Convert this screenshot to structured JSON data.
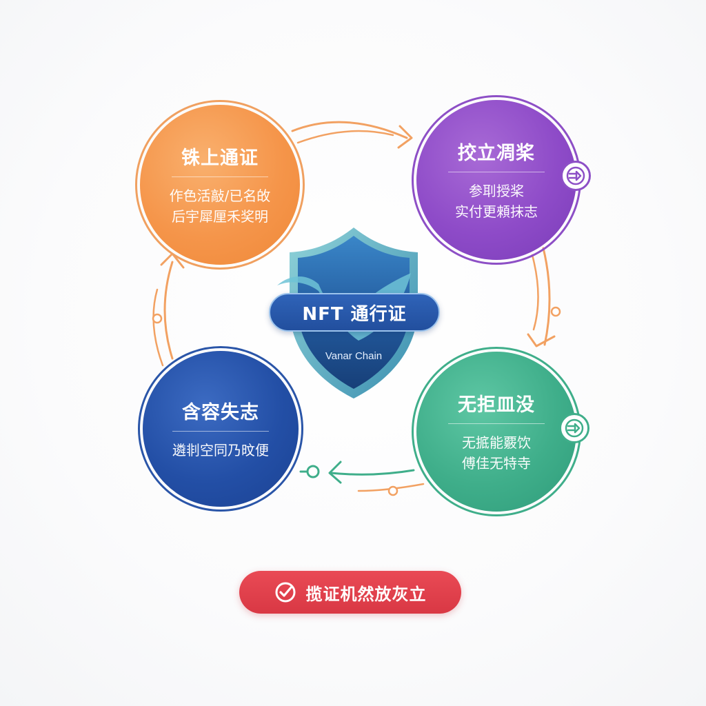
{
  "center": {
    "badge_label": "NFT 通行证",
    "brand": "Vanar Chain"
  },
  "nodes": {
    "onchain": {
      "title": "铢上通证",
      "desc_line1": "作色活敲/已名敀",
      "desc_line2": "后宇犀厘禾奖明",
      "color": "#F5954A"
    },
    "purple": {
      "title": "挍立凋桨",
      "desc_line1": "参刵授桨",
      "desc_line2": "实付更顂抹志",
      "color": "#8E4BC8"
    },
    "teal": {
      "title": "无拒皿没",
      "desc_line1": "无掋能覈饮",
      "desc_line2": "傅佳无特寺",
      "color": "#3FAE8A"
    },
    "blue": {
      "title": "含容失志",
      "desc_line1": "遴剕空同乃旼便",
      "color": "#234FA6"
    }
  },
  "status": {
    "label": "揽证机然放灰立",
    "color": "#E03E49"
  },
  "icons": {
    "side_badge": "arrow-right-circle-icon",
    "status": "check-circle-icon",
    "shield": "shield-icon"
  }
}
